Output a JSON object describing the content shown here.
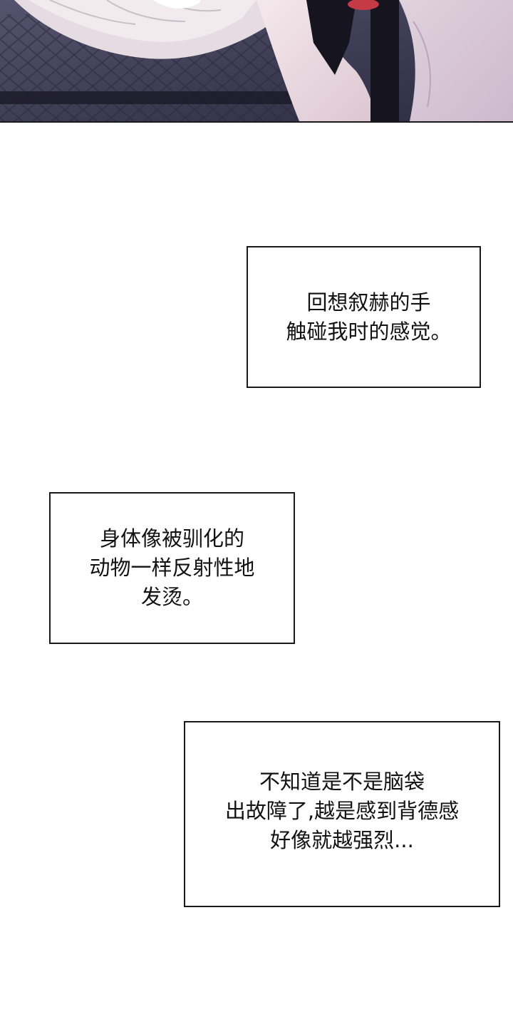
{
  "panel": {
    "image_description_icon": "comic-panel-art"
  },
  "captions": [
    {
      "lines": [
        "回想叙赫的手",
        "触碰我时的感觉。"
      ]
    },
    {
      "lines": [
        "身体像被驯化的",
        "动物一样反射性地",
        "发烫。"
      ]
    },
    {
      "lines": [
        "不知道是不是脑袋",
        "出故障了,越是感到背德感",
        "好像就越强烈..."
      ]
    }
  ],
  "colors": {
    "background": "#ffffff",
    "border": "#1a1a1a",
    "panel_dark": "#3e3d55",
    "panel_skin": "#efe1e6",
    "panel_lilac": "#d9cbd8"
  }
}
